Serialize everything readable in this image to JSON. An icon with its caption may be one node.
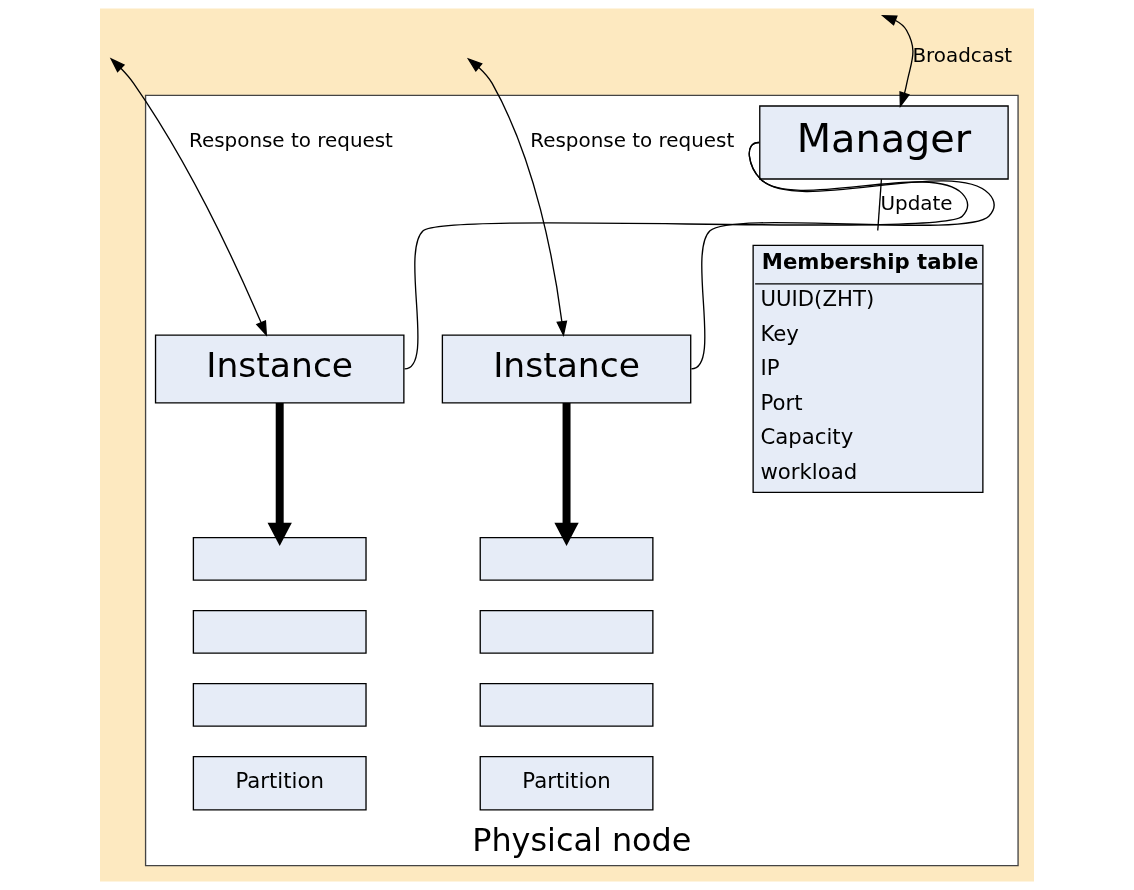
{
  "diagram": {
    "nodes": [
      {
        "text": [
          "Physical node"
        ]
      },
      {
        "text": [
          "Manager"
        ],
        "in": 0
      },
      {
        "text": [
          "Instance"
        ],
        "in": 0
      },
      {
        "text": [
          "Instance"
        ],
        "in": 0
      },
      {
        "text": [
          "Membership table",
          "UUID(ZHT)",
          "Key",
          "IP",
          "Port",
          "Capacity",
          "workload"
        ],
        "in": 0
      },
      {
        "text": [],
        "shape": "box",
        "in": 0
      },
      {
        "text": [],
        "shape": "box",
        "in": 0
      },
      {
        "text": [],
        "shape": "box",
        "in": 0
      },
      {
        "text": [
          "Partition"
        ],
        "in": 0
      },
      {
        "text": [],
        "shape": "box",
        "in": 0
      },
      {
        "text": [],
        "shape": "box",
        "in": 0
      },
      {
        "text": [],
        "shape": "box",
        "in": 0
      },
      {
        "text": [
          "Partition"
        ],
        "in": 0
      }
    ],
    "edges": [
      {
        "from": null,
        "to": 2,
        "arrow": "both",
        "label": "Response to request"
      },
      {
        "from": null,
        "to": 3,
        "arrow": "both",
        "label": "Response to request"
      },
      {
        "from": null,
        "to": 1,
        "arrow": "both",
        "label": "Broadcast"
      },
      {
        "from": 2,
        "to": 1,
        "arrow": "none"
      },
      {
        "from": 3,
        "to": 1,
        "arrow": "none"
      },
      {
        "from": 1,
        "to": 4,
        "arrow": "none",
        "label": "Update"
      },
      {
        "from": 2,
        "to": 5,
        "arrow": "to",
        "style": "thick"
      },
      {
        "from": 3,
        "to": 9,
        "arrow": "to",
        "style": "thick"
      }
    ]
  }
}
